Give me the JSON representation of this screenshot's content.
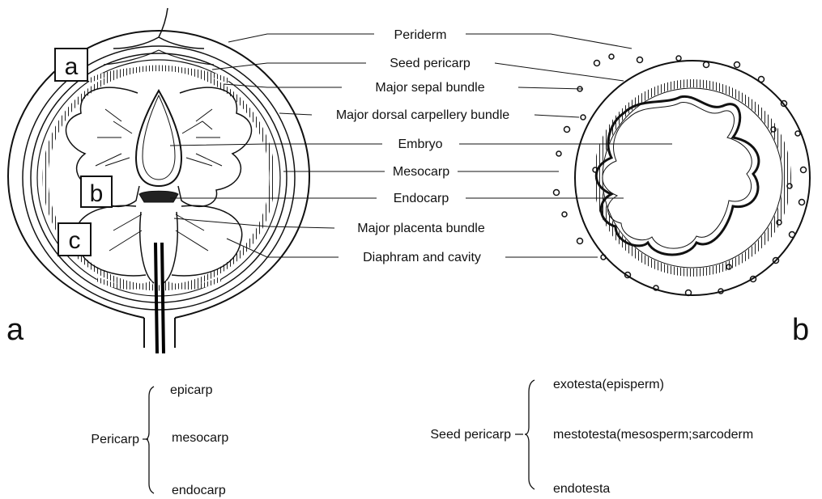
{
  "diagram": {
    "labels": {
      "periderm": "Periderm",
      "seed_pericarp": "Seed pericarp",
      "major_sepal_bundle": "Major sepal bundle",
      "major_dorsal_carpellery_bundle": "Major dorsal carpellery bundle",
      "embryo": "Embryo",
      "mesocarp": "Mesocarp",
      "endocarp": "Endocarp",
      "major_placenta_bundle": "Major placenta bundle",
      "diaphram_and_cavity": "Diaphram and cavity"
    },
    "box_labels": {
      "a": "a",
      "b": "b",
      "c": "c"
    },
    "panel_labels": {
      "a": "a",
      "b": "b"
    }
  },
  "legend": {
    "pericarp": {
      "term": "Pericarp",
      "parts": [
        "epicarp",
        "mesocarp",
        "endocarp"
      ]
    },
    "seed_pericarp": {
      "term": "Seed pericarp",
      "parts": [
        "exotesta(episperm)",
        "mestotesta(mesosperm;sarcoderm",
        "endotesta"
      ]
    }
  }
}
